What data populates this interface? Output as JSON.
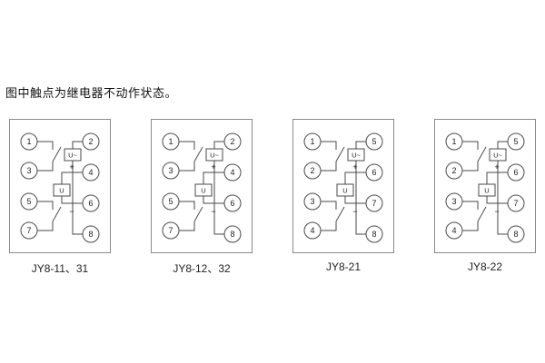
{
  "note": "图中触点为继电器不动作状态。",
  "labels": {
    "ac_source": "U~",
    "dc_source": "U",
    "plus": "+",
    "minus": "−"
  },
  "diagrams": [
    {
      "caption": "JY8-11、31",
      "left_terminals": [
        "1",
        "3",
        "5",
        "7"
      ],
      "right_terminals": [
        "2",
        "4",
        "6",
        "8"
      ]
    },
    {
      "caption": "JY8-12、32",
      "left_terminals": [
        "1",
        "3",
        "5",
        "7"
      ],
      "right_terminals": [
        "2",
        "4",
        "6",
        "8"
      ]
    },
    {
      "caption": "JY8-21",
      "left_terminals": [
        "1",
        "2",
        "3",
        "4"
      ],
      "right_terminals": [
        "5",
        "6",
        "7",
        "8"
      ]
    },
    {
      "caption": "JY8-22",
      "left_terminals": [
        "1",
        "2",
        "3",
        "4"
      ],
      "right_terminals": [
        "5",
        "6",
        "7",
        "8"
      ]
    }
  ]
}
